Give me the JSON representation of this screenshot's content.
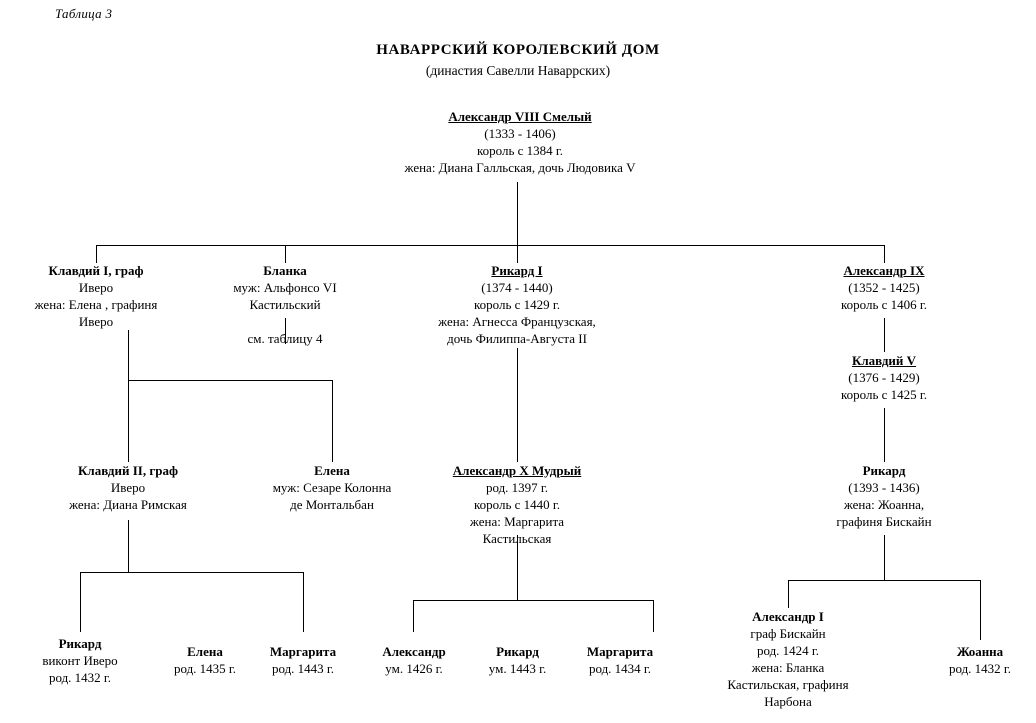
{
  "header": {
    "table_label": "Таблица 3",
    "title": "НАВАРРСКИЙ КОРОЛЕВСКИЙ ДОМ",
    "subtitle": "(династия Савелли Наваррских)"
  },
  "chart_data": {
    "type": "diagram",
    "title": "НАВАРРСКИЙ КОРОЛЕВСКИЙ ДОМ",
    "subtitle": "(династия Савелли Наваррских)"
  },
  "nodes": {
    "root": {
      "name": "Александр VIII Смелый",
      "dates": "(1333 - 1406)",
      "reign": "король с 1384 г.",
      "spouse": "жена: Диана Галльская, дочь Людовика V"
    },
    "klavdiy1": {
      "name": "Клавдий I, граф",
      "title": "Иверо",
      "spouse": "жена: Елена , графиня",
      "spouse2": "Иверо"
    },
    "blanka": {
      "name": "Бланка",
      "spouse": "муж: Альфонсо VI",
      "spouse2": "Кастильский",
      "ref": "см. таблицу 4"
    },
    "rikard1": {
      "name": "Рикард I",
      "dates": "(1374 - 1440)",
      "reign": "король с 1429 г.",
      "spouse": "жена: Агнесса Французская,",
      "spouse2": "дочь Филиппа-Августа II"
    },
    "aleksandr9": {
      "name": "Александр IX",
      "dates": "(1352 - 1425)",
      "reign": "король с 1406 г."
    },
    "klavdiy5": {
      "name": "Клавдий V",
      "dates": "(1376 - 1429)",
      "reign": "король с 1425 г."
    },
    "klavdiy2": {
      "name": "Клавдий II, граф",
      "title": "Иверо",
      "spouse": "жена: Диана Римская"
    },
    "elena_kolonna": {
      "name": "Елена",
      "spouse": "муж: Сезаре Колонна",
      "spouse2": "де Монтальбан"
    },
    "aleksandr10": {
      "name": "Александр X Мудрый",
      "born": "род. 1397 г.",
      "reign": "король с 1440 г.",
      "spouse": "жена: Маргарита",
      "spouse2": "Кастильская"
    },
    "rikard_biskayn": {
      "name": "Рикард",
      "dates": "(1393 - 1436)",
      "spouse": "жена: Жоанна,",
      "spouse2": "графиня Бискайн"
    },
    "rikard_vikont": {
      "name": "Рикард",
      "title": "виконт Иверо",
      "born": "род. 1432 г."
    },
    "elena_1435": {
      "name": "Елена",
      "born": "род. 1435 г."
    },
    "margarita_1443": {
      "name": "Маргарита",
      "born": "род. 1443 г."
    },
    "aleksandr_1426": {
      "name": "Александр",
      "died": "ум. 1426 г."
    },
    "rikard_1443": {
      "name": "Рикард",
      "died": "ум. 1443 г."
    },
    "margarita_1434": {
      "name": "Маргарита",
      "born": "род. 1434 г."
    },
    "aleksandr1_biskayn": {
      "name": "Александр I",
      "title": "граф Бискайн",
      "born": "род. 1424 г.",
      "spouse": "жена: Бланка",
      "spouse2": "Кастильская, графиня",
      "spouse3": "Нарбона"
    },
    "zhoanna_1432": {
      "name": "Жоанна",
      "born": "род. 1432 г."
    }
  }
}
